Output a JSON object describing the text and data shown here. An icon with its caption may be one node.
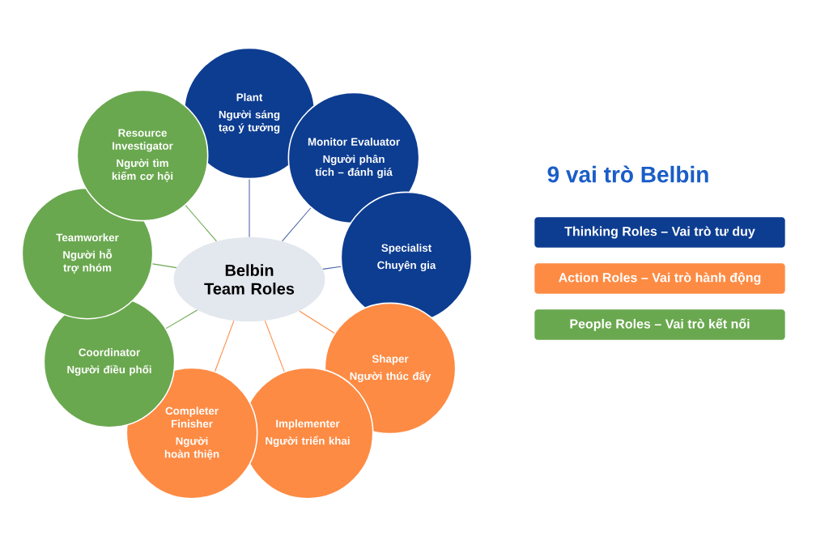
{
  "diagram": {
    "title": "9 vai trò Belbin",
    "nodes": [
      {
        "text": [
          "Belbin Team Roles"
        ]
      },
      {
        "text": [
          "Plant",
          "Người sáng tạo ý tưởng"
        ]
      },
      {
        "text": [
          "Monitor Evaluator",
          "Người phân tích – đánh giá"
        ]
      },
      {
        "text": [
          "Specialist",
          "Chuyên gia"
        ]
      },
      {
        "text": [
          "Shaper",
          "Người thúc đẩy"
        ]
      },
      {
        "text": [
          "Implementer",
          "Người triển khai"
        ]
      },
      {
        "text": [
          "Completer Finisher",
          "Người hoàn thiện"
        ]
      },
      {
        "text": [
          "Coordinator",
          "Người điều phối"
        ]
      },
      {
        "text": [
          "Teamworker",
          "Người hỗ trợ nhóm"
        ]
      },
      {
        "text": [
          "Resource Investigator",
          "Người tìm kiếm cơ hội"
        ]
      }
    ],
    "edges": [
      {
        "from": 0,
        "to": 1,
        "arrow": "none",
        "color": "#4a64a8"
      },
      {
        "from": 0,
        "to": 2,
        "arrow": "none",
        "color": "#4a64a8"
      },
      {
        "from": 0,
        "to": 3,
        "arrow": "none",
        "color": "#4a64a8"
      },
      {
        "from": 0,
        "to": 4,
        "arrow": "none",
        "color": "#fd8b44"
      },
      {
        "from": 0,
        "to": 5,
        "arrow": "none",
        "color": "#fd8b44"
      },
      {
        "from": 0,
        "to": 6,
        "arrow": "none",
        "color": "#fd8b44"
      },
      {
        "from": 0,
        "to": 7,
        "arrow": "none",
        "color": "#6aa84f"
      },
      {
        "from": 0,
        "to": 8,
        "arrow": "none",
        "color": "#6aa84f"
      },
      {
        "from": 0,
        "to": 9,
        "arrow": "none",
        "color": "#6aa84f"
      }
    ],
    "legend": [
      {
        "text": "Thinking Roles – Vai trò tư duy",
        "color": "#0d3d91"
      },
      {
        "text": "Action Roles – Vai trò hành động",
        "color": "#fd8b44"
      },
      {
        "text": "People Roles – Vai trò kết nối",
        "color": "#6aa84f"
      }
    ]
  }
}
